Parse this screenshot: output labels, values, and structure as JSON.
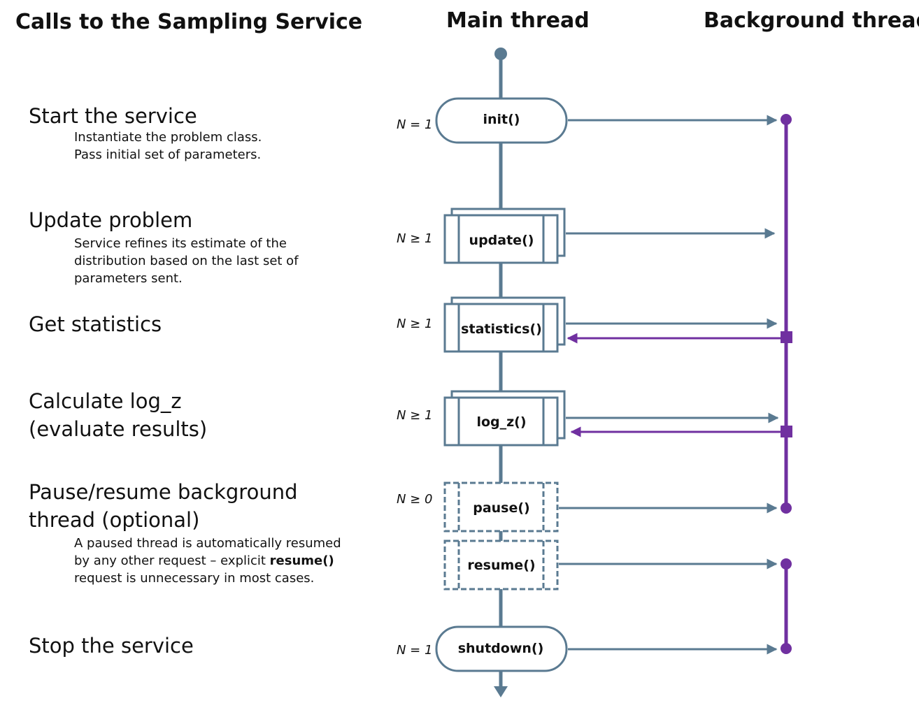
{
  "headings": {
    "left": "Calls to the Sampling Service",
    "main": "Main thread",
    "background": "Background thread"
  },
  "colors": {
    "main_line": "#5a7a91",
    "background_line": "#7030a0",
    "text": "#111111"
  },
  "steps": [
    {
      "title": "Start the service",
      "desc": [
        "Instantiate the problem class.",
        "Pass initial set of parameters."
      ]
    },
    {
      "title": "Update problem",
      "desc": [
        "Service refines its estimate of the",
        "distribution based on the last set of",
        "parameters sent."
      ]
    },
    {
      "title": "Get statistics",
      "desc": []
    },
    {
      "title": "Calculate log_z",
      "title2": "(evaluate results)",
      "desc": []
    },
    {
      "title": "Pause/resume background",
      "title2": "thread (optional)",
      "desc1": "A paused thread is automatically resumed",
      "desc2a": "by any other request – explicit ",
      "desc2b": "resume()",
      "desc3": "request is unnecessary in most cases."
    },
    {
      "title": "Stop the service",
      "desc": []
    }
  ],
  "calls": [
    {
      "name": "init()",
      "n": "N = 1"
    },
    {
      "name": "update()",
      "n": "N ≥ 1"
    },
    {
      "name": "statistics()",
      "n": "N ≥ 1"
    },
    {
      "name": "log_z()",
      "n": "N ≥ 1"
    },
    {
      "name": "pause()",
      "n": "N ≥ 0"
    },
    {
      "name": "resume()",
      "n": ""
    },
    {
      "name": "shutdown()",
      "n": "N = 1"
    }
  ]
}
